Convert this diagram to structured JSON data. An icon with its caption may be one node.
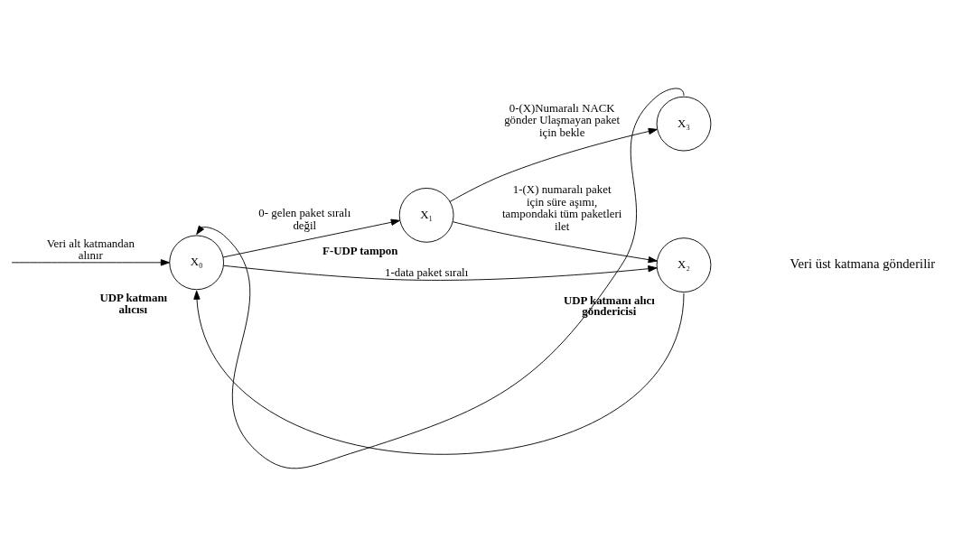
{
  "diagram": {
    "nodes": [
      {
        "text": [
          "X₀"
        ],
        "beside": [
          "UDP katmanı alıcısı"
        ]
      },
      {
        "text": [
          "X₁"
        ],
        "beside": [
          "F-UDP tampon"
        ]
      },
      {
        "text": [
          "X₂"
        ],
        "beside": [
          "UDP katmanı alıcı göndericisi"
        ]
      },
      {
        "text": [
          "X₃"
        ]
      }
    ],
    "edges": [
      {
        "from": null,
        "to": 0,
        "arrow": "to",
        "label": "Veri alt katmandan alınır"
      },
      {
        "from": 0,
        "to": 1,
        "arrow": "to",
        "label": "0- gelen paket sıralı değil"
      },
      {
        "from": 1,
        "to": 3,
        "arrow": "to",
        "label": "0-(X)Numaralı NACK gönder Ulaşmayan paket için bekle"
      },
      {
        "from": 3,
        "to": 0,
        "arrow": "to"
      },
      {
        "from": 0,
        "to": 2,
        "arrow": "to",
        "label": "1-data paket sıralı"
      },
      {
        "from": 1,
        "to": 2,
        "arrow": "to",
        "label": "1-(X) numaralı paket için süre aşımı, tampondaki tüm paketleri ilet"
      },
      {
        "from": 2,
        "to": 0,
        "arrow": "to"
      }
    ],
    "labels": [
      "Veri üst katmana gönderilir"
    ]
  }
}
